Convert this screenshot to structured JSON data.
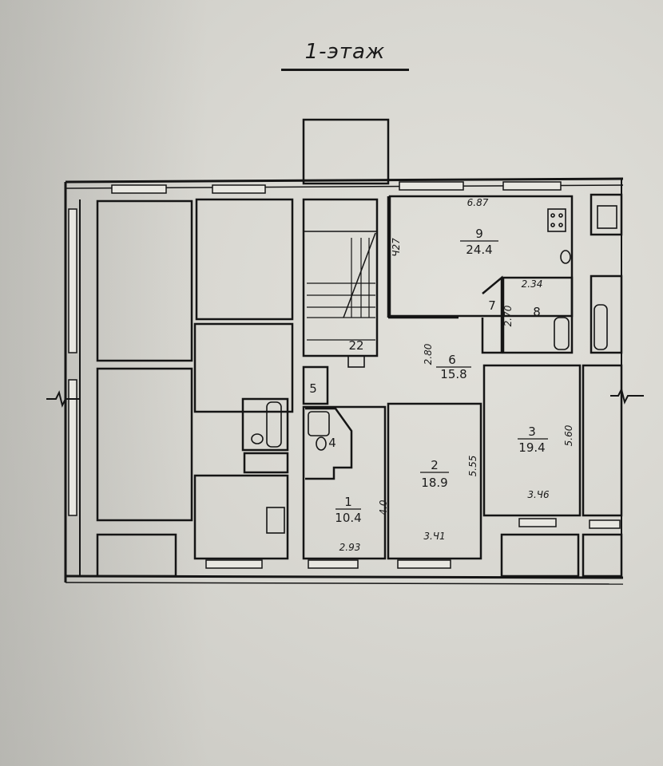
{
  "title": "1-этаж",
  "rooms": [
    {
      "id": "room-1",
      "number": "1",
      "area": "10.4"
    },
    {
      "id": "room-2",
      "number": "2",
      "area": "18.9"
    },
    {
      "id": "room-3",
      "number": "3",
      "area": "19.4"
    },
    {
      "id": "room-4",
      "number": "4"
    },
    {
      "id": "room-5",
      "number": "5"
    },
    {
      "id": "room-6",
      "number": "6",
      "area": "15.8"
    },
    {
      "id": "room-7",
      "number": "7"
    },
    {
      "id": "room-8",
      "number": "8"
    },
    {
      "id": "room-9",
      "number": "9",
      "area": "24.4"
    },
    {
      "id": "room-22",
      "number": "22"
    }
  ],
  "dimensions": {
    "d_687": "6.87",
    "d_427": "Ч27",
    "d_234": "2.34",
    "d_270": "2.70",
    "d_280": "2.80",
    "d_560": "5.60",
    "d_555": "5.55",
    "d_40": "4.0",
    "d_293": "2.93",
    "d_341": "3.Ч1",
    "d_346": "3.Ч6"
  }
}
